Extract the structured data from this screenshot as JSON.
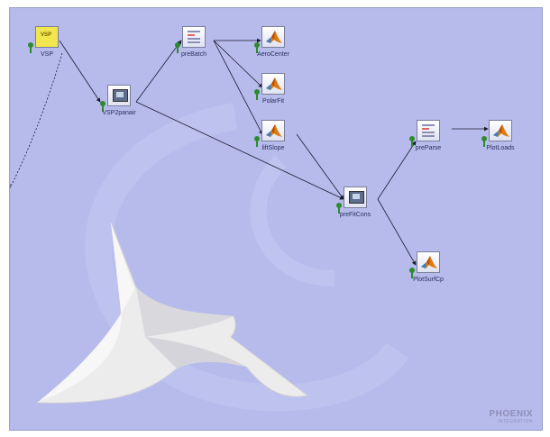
{
  "nodes": {
    "vsp": {
      "label": "VSP",
      "icon_text": "VSP"
    },
    "vsp2panair": {
      "label": "VSP2panair"
    },
    "prebatch": {
      "label": "preBatch"
    },
    "aerocenter": {
      "label": "AeroCenter"
    },
    "polarfit": {
      "label": "PolarFit"
    },
    "liftslope": {
      "label": "liftSlope"
    },
    "prefitcons": {
      "label": "preFitCons"
    },
    "preparse": {
      "label": "preParse"
    },
    "plotloads": {
      "label": "PlotLoads"
    },
    "plotsurfcp": {
      "label": "PlotSurfCp"
    }
  },
  "watermark": {
    "title": "PHOENIX",
    "subtitle": "INTEGRATION"
  },
  "colors": {
    "canvas": "#b7bbec",
    "link": "#1a1a2e"
  }
}
